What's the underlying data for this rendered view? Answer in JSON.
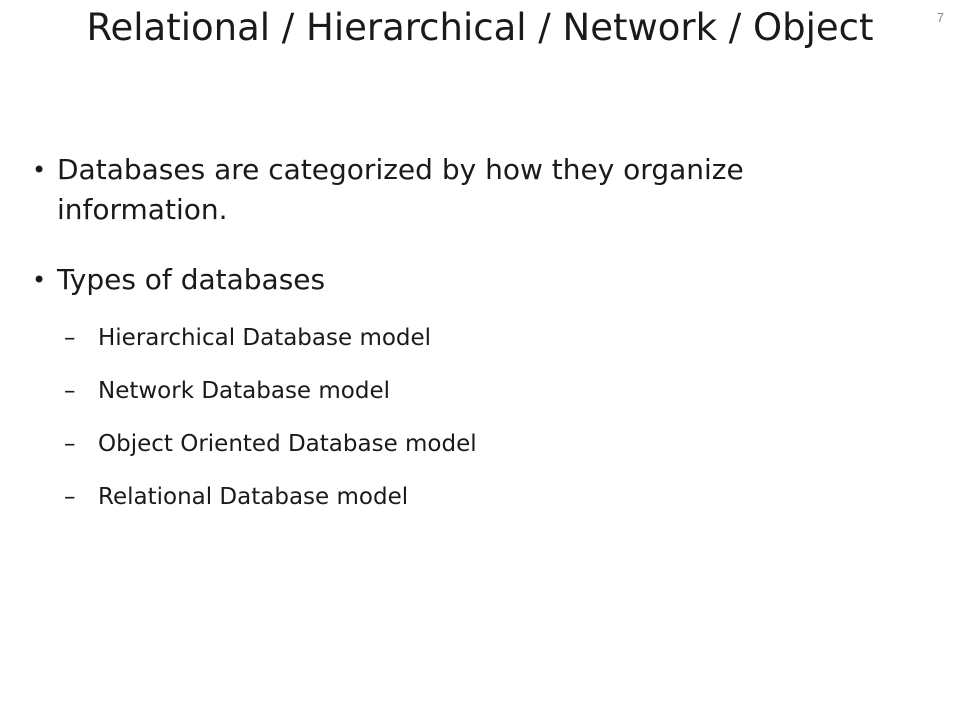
{
  "slide": {
    "number": "7",
    "title": "Relational / Hierarchical / Network / Object",
    "bullets": [
      {
        "text": "Databases are categorized by how they organize information."
      },
      {
        "text": "Types of databases",
        "subitems": [
          "Hierarchical Database model",
          "Network Database model",
          "Object Oriented Database model",
          "Relational Database model"
        ]
      }
    ],
    "bullet_glyph": "•",
    "subitem_glyph": "–"
  }
}
